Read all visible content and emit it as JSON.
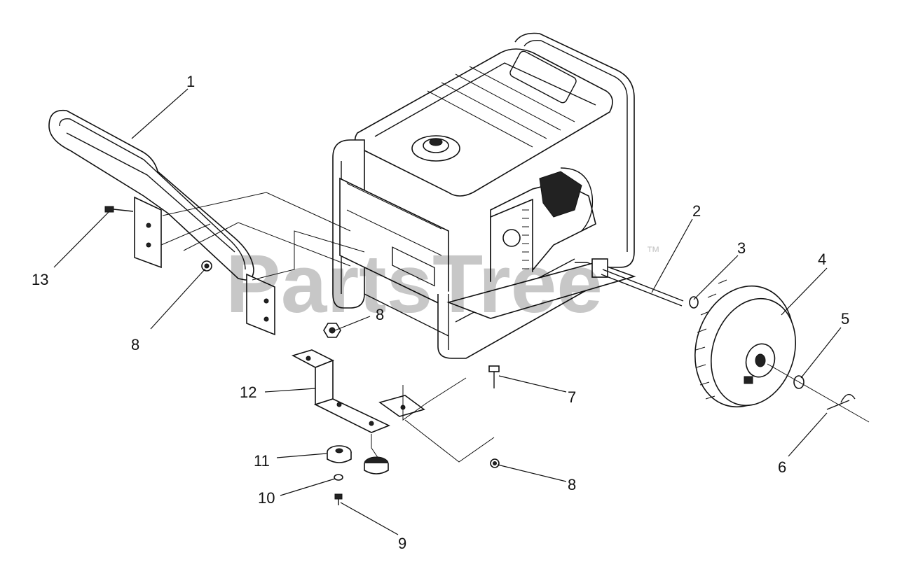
{
  "watermark": {
    "text": "PartsTree",
    "trademark": "™"
  },
  "callouts": [
    {
      "id": "callout-1",
      "label": "1"
    },
    {
      "id": "callout-2",
      "label": "2"
    },
    {
      "id": "callout-3",
      "label": "3"
    },
    {
      "id": "callout-4",
      "label": "4"
    },
    {
      "id": "callout-5",
      "label": "5"
    },
    {
      "id": "callout-6",
      "label": "6"
    },
    {
      "id": "callout-7",
      "label": "7"
    },
    {
      "id": "callout-8a",
      "label": "8"
    },
    {
      "id": "callout-8b",
      "label": "8"
    },
    {
      "id": "callout-8c",
      "label": "8"
    },
    {
      "id": "callout-9",
      "label": "9"
    },
    {
      "id": "callout-10",
      "label": "10"
    },
    {
      "id": "callout-11",
      "label": "11"
    },
    {
      "id": "callout-12",
      "label": "12"
    },
    {
      "id": "callout-13",
      "label": "13"
    }
  ]
}
